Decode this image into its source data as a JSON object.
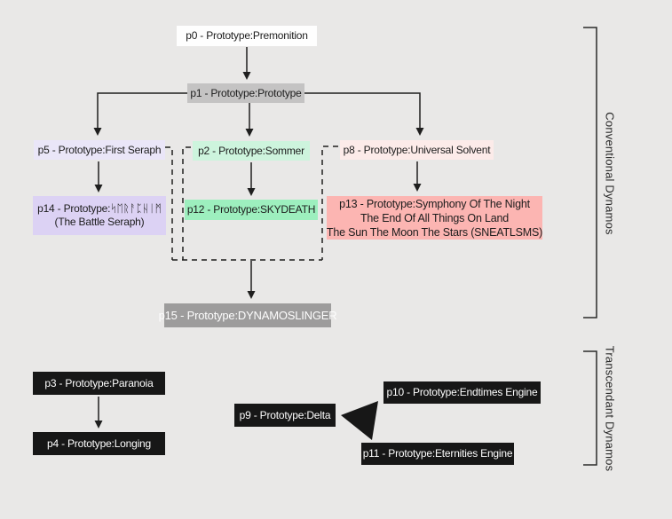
{
  "diagram": {
    "background_color": "#e9e8e7",
    "line_color": "#1f1f1f",
    "nodes": {
      "p0": {
        "label": "p0 - Prototype:Premonition",
        "bg": "#fefefe",
        "text_color": "#1c1c1c"
      },
      "p1": {
        "label": "p1 - Prototype:Prototype",
        "bg": "#c4c3c3",
        "text_color": "#1c1c1c"
      },
      "p5": {
        "label": "p5 - Prototype:First Seraph",
        "bg": "#eae6f8",
        "text_color": "#1c1c1c"
      },
      "p14": {
        "label_prefix": "p14 - Prototype:",
        "label_runes": "ᛋᛖᚱᚨᛈᚺᛁᛗ",
        "sublabel": "(The Battle Seraph)",
        "bg": "#dcd2f4",
        "text_color": "#1c1c1c"
      },
      "p2": {
        "label": "p2 - Prototype:Sommer",
        "bg": "#cdf4dd",
        "text_color": "#1c1c1c"
      },
      "p12": {
        "label": "p12 - Prototype:SKYDEATH",
        "bg": "#9defbe",
        "text_color": "#1c1c1c"
      },
      "p8": {
        "label": "p8 - Prototype:Universal Solvent",
        "bg": "#fcebe9",
        "text_color": "#1c1c1c"
      },
      "p13": {
        "line1": "p13 - Prototype:Symphony Of The Night",
        "line2": "The End Of All Things On Land",
        "line3": "The Sun The Moon The Stars (SNEATLSMS)",
        "bg": "#fcb5b2",
        "text_color": "#1c1c1c"
      },
      "p15": {
        "label": "p15 - Prototype:DYNAMOSLINGER",
        "bg": "#9d9c9c",
        "text_color": "#fdfdfd"
      },
      "p3": {
        "label": "p3 - Prototype:Paranoia",
        "bg": "#171717",
        "text_color": "#fdfdfd"
      },
      "p4": {
        "label": "p4 - Prototype:Longing",
        "bg": "#171717",
        "text_color": "#fdfdfd"
      },
      "p9": {
        "label": "p9 - Prototype:Delta",
        "bg": "#171717",
        "text_color": "#fdfdfd"
      },
      "p10": {
        "label": "p10 - Prototype:Endtimes Engine",
        "bg": "#171717",
        "text_color": "#fdfdfd"
      },
      "p11": {
        "label": "p11 - Prototype:Eternities Engine",
        "bg": "#171717",
        "text_color": "#fdfdfd"
      }
    },
    "edges": [
      {
        "from": "p0",
        "to": "p1",
        "style": "solid-arrow"
      },
      {
        "from": "p1",
        "to": "p5",
        "style": "solid-arrow"
      },
      {
        "from": "p1",
        "to": "p2",
        "style": "solid-arrow"
      },
      {
        "from": "p1",
        "to": "p8",
        "style": "solid-arrow"
      },
      {
        "from": "p5",
        "to": "p14",
        "style": "solid-arrow"
      },
      {
        "from": "p2",
        "to": "p12",
        "style": "solid-arrow"
      },
      {
        "from": "p8",
        "to": "p13",
        "style": "solid-arrow"
      },
      {
        "from": [
          "p5",
          "p2",
          "p8"
        ],
        "to": "p15",
        "style": "dashed-merge-arrow"
      },
      {
        "from": "p3",
        "to": "p4",
        "style": "solid-arrow"
      },
      {
        "from": "p9",
        "to": [
          "p10",
          "p11"
        ],
        "style": "solid-triangle"
      }
    ],
    "sections": [
      {
        "label": "Conventional Dynamos",
        "nodes": [
          "p0",
          "p1",
          "p5",
          "p14",
          "p2",
          "p12",
          "p8",
          "p13",
          "p15"
        ]
      },
      {
        "label": "Transcendant Dynamos",
        "nodes": [
          "p3",
          "p4",
          "p9",
          "p10",
          "p11"
        ]
      }
    ]
  }
}
